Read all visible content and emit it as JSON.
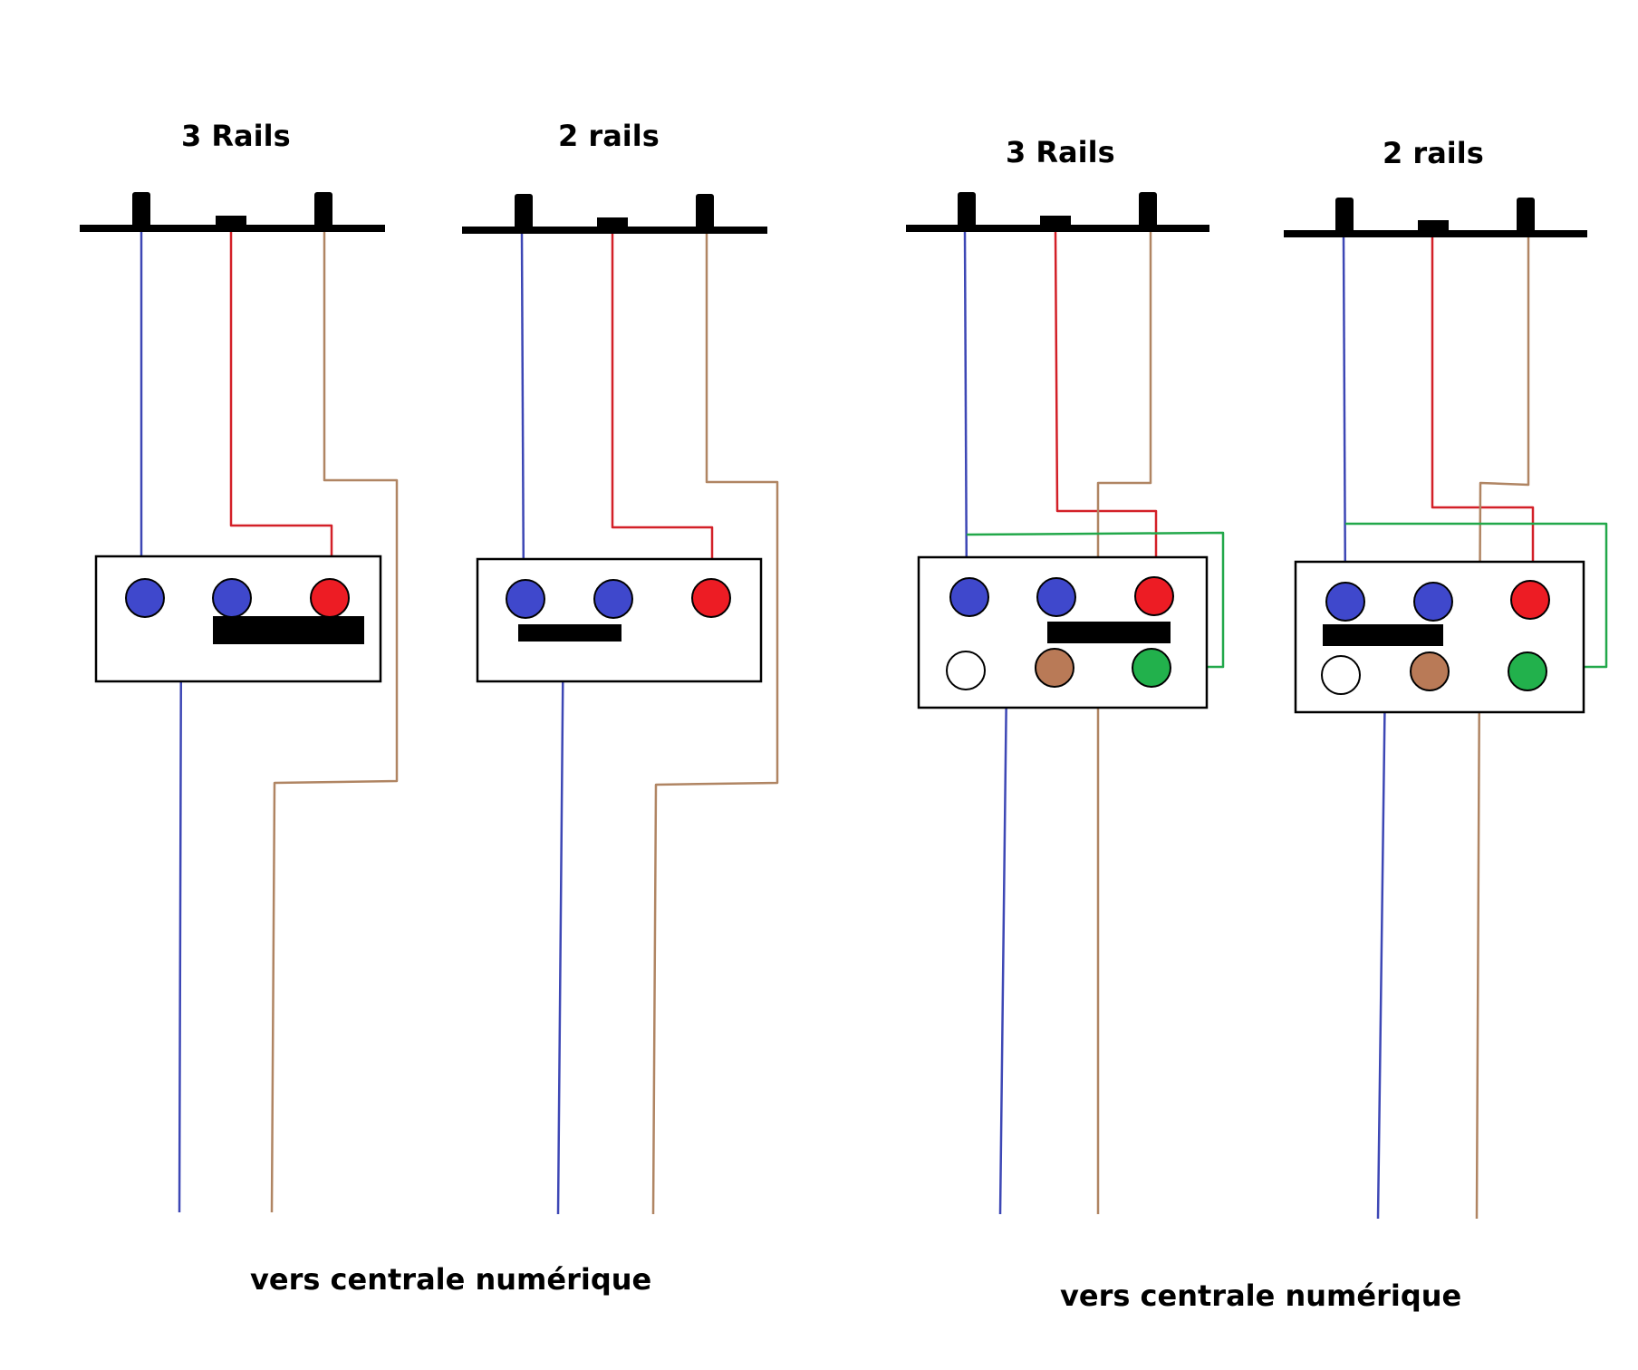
{
  "colors": {
    "blue_wire": "#3d47b5",
    "red_wire": "#d32028",
    "brown_wire": "#b08563",
    "green_wire": "#22a84a",
    "blue_terminal": "#3f48cc",
    "red_terminal": "#ed1c24",
    "brown_terminal": "#b97a57",
    "green_terminal": "#22b14c",
    "white_terminal": "#ffffff"
  },
  "diagrams": [
    {
      "title": "3 Rails"
    },
    {
      "title": "2 rails"
    },
    {
      "title": "3 Rails"
    },
    {
      "title": "2 rails"
    }
  ],
  "footers": [
    "vers centrale numérique",
    "vers centrale numérique"
  ]
}
